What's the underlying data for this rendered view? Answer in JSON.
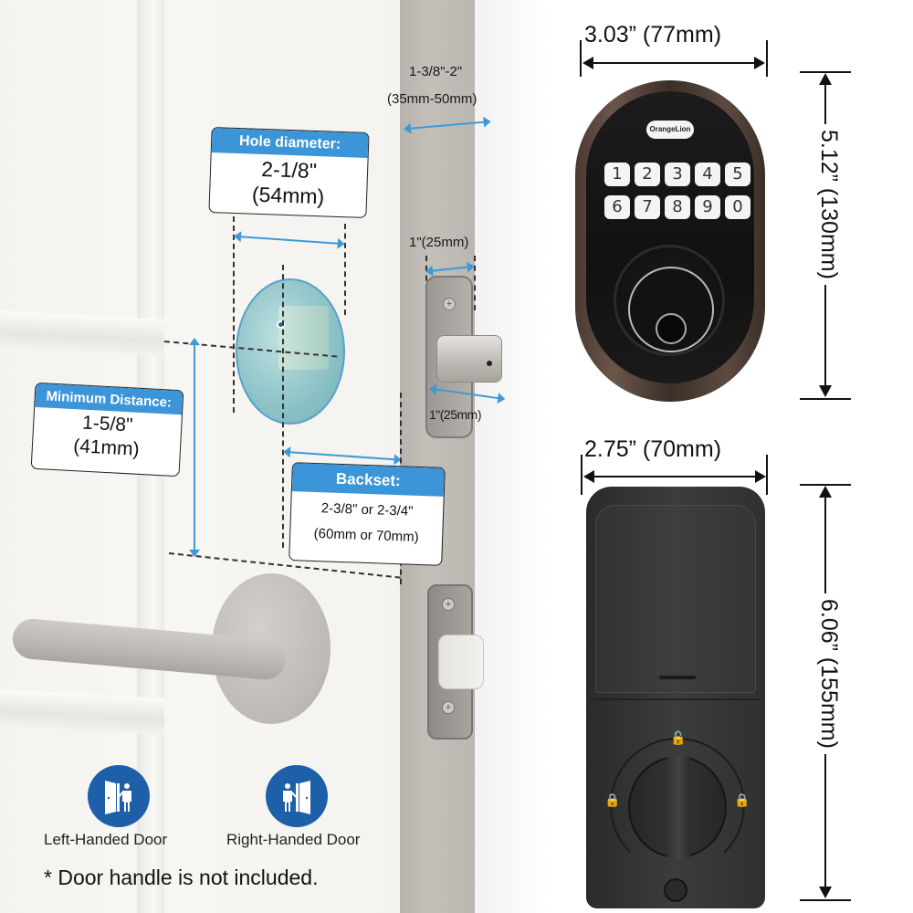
{
  "door_diagram": {
    "door_thickness": {
      "inches": "1-3/8\"-2\"",
      "mm": "(35mm-50mm)"
    },
    "hole_diameter": {
      "label": "Hole diameter:",
      "inches": "2-1/8\"",
      "mm": "(54mm)"
    },
    "minimum_distance": {
      "label": "Minimum Distance:",
      "inches": "1-5/8\"",
      "mm": "(41mm)"
    },
    "backset": {
      "label": "Backset:",
      "line1": "2-3/8\" or 2-3/4\"",
      "line2": "(60mm or 70mm)"
    },
    "latch_width_top": "1\"(25mm)",
    "latch_width_bottom": "1\"(25mm)"
  },
  "door_handing": [
    {
      "icon": "left-handed-door-icon",
      "label": "Left-Handed Door"
    },
    {
      "icon": "right-handed-door-icon",
      "label": "Right-Handed Door"
    }
  ],
  "note": "* Door handle is not included.",
  "product": {
    "brand": "OrangeLion",
    "keypad_keys": [
      "1",
      "2",
      "3",
      "4",
      "5",
      "6",
      "7",
      "8",
      "9",
      "0"
    ],
    "front_width": "3.03” (77mm)",
    "front_height": "5.12” (130mm)",
    "back_width": "2.75” (70mm)",
    "back_height": "6.06” (155mm)"
  },
  "colors": {
    "callout_blue": "#3b95d8",
    "icon_blue": "#1d5fa8",
    "arrow_blue": "#3d9ad6",
    "lock_body": "#1a1a1a",
    "lock_trim": "#5c4a3f"
  }
}
